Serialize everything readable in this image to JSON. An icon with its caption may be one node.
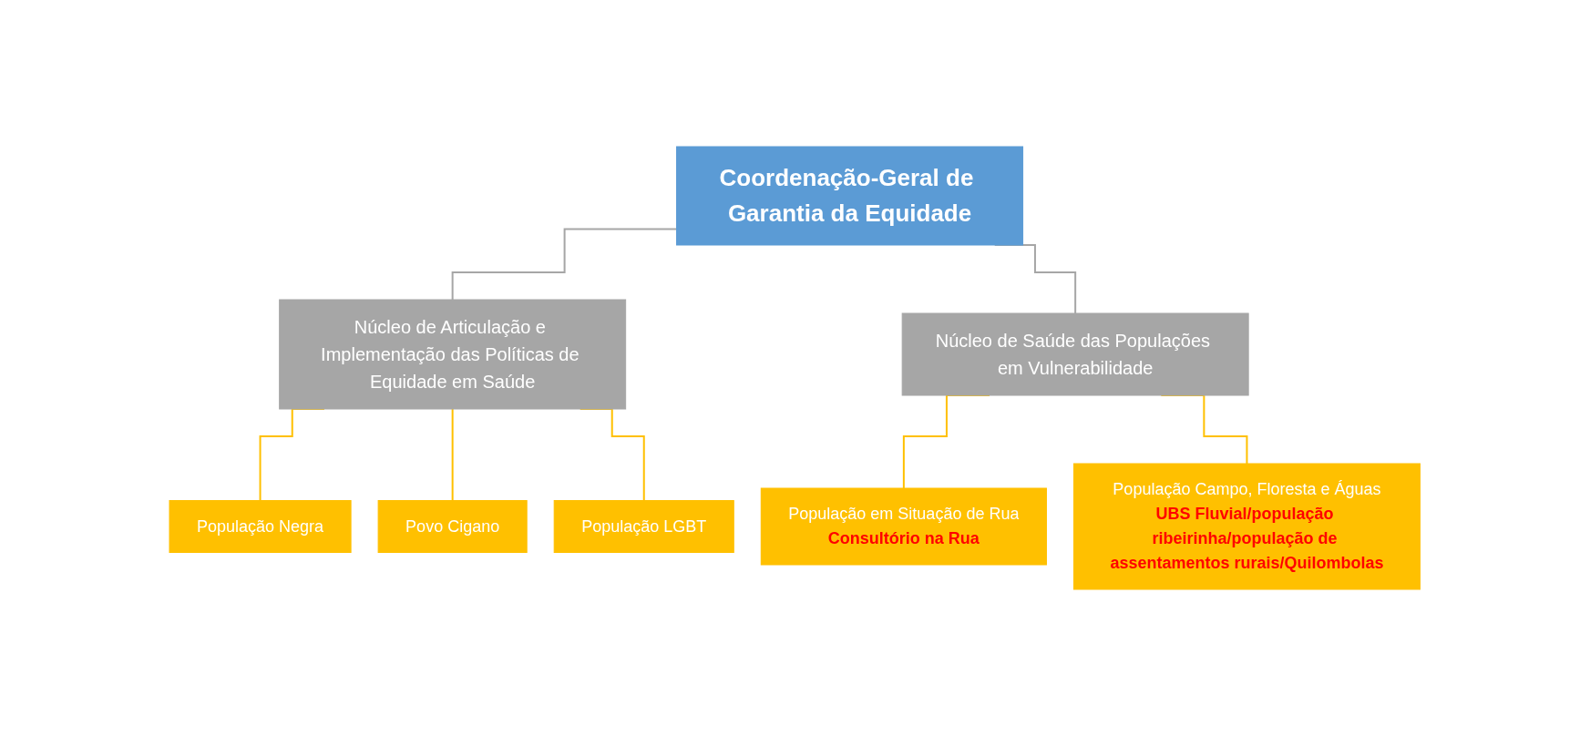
{
  "diagram": {
    "nodes": [
      {
        "text": [
          "Coordenação-Geral de Garantia da Equidade"
        ]
      },
      {
        "text": [
          "Núcleo de Articulação e Implementação das Políticas de Equidade em Saúde"
        ]
      },
      {
        "text": [
          "Núcleo de Saúde das Populações em Vulnerabilidade"
        ]
      },
      {
        "text": [
          "População Negra"
        ]
      },
      {
        "text": [
          "Povo Cigano"
        ]
      },
      {
        "text": [
          "População LGBT"
        ]
      },
      {
        "text": [
          "População em Situação de Rua",
          "Consultório na Rua"
        ]
      },
      {
        "text": [
          "População Campo, Floresta e Águas",
          "UBS Fluvial/população ribeirinha/população de assentamentos rurais/Quilombolas"
        ]
      }
    ],
    "edges": [
      {
        "from": 0,
        "to": 1,
        "arrow": "none",
        "color": "#a6a6a6"
      },
      {
        "from": 0,
        "to": 2,
        "arrow": "none",
        "color": "#a6a6a6"
      },
      {
        "from": 1,
        "to": 3,
        "arrow": "none"
      },
      {
        "from": 1,
        "to": 4,
        "arrow": "none"
      },
      {
        "from": 1,
        "to": 5,
        "arrow": "none"
      },
      {
        "from": 2,
        "to": 6,
        "arrow": "none"
      },
      {
        "from": 2,
        "to": 7,
        "arrow": "none"
      }
    ]
  }
}
